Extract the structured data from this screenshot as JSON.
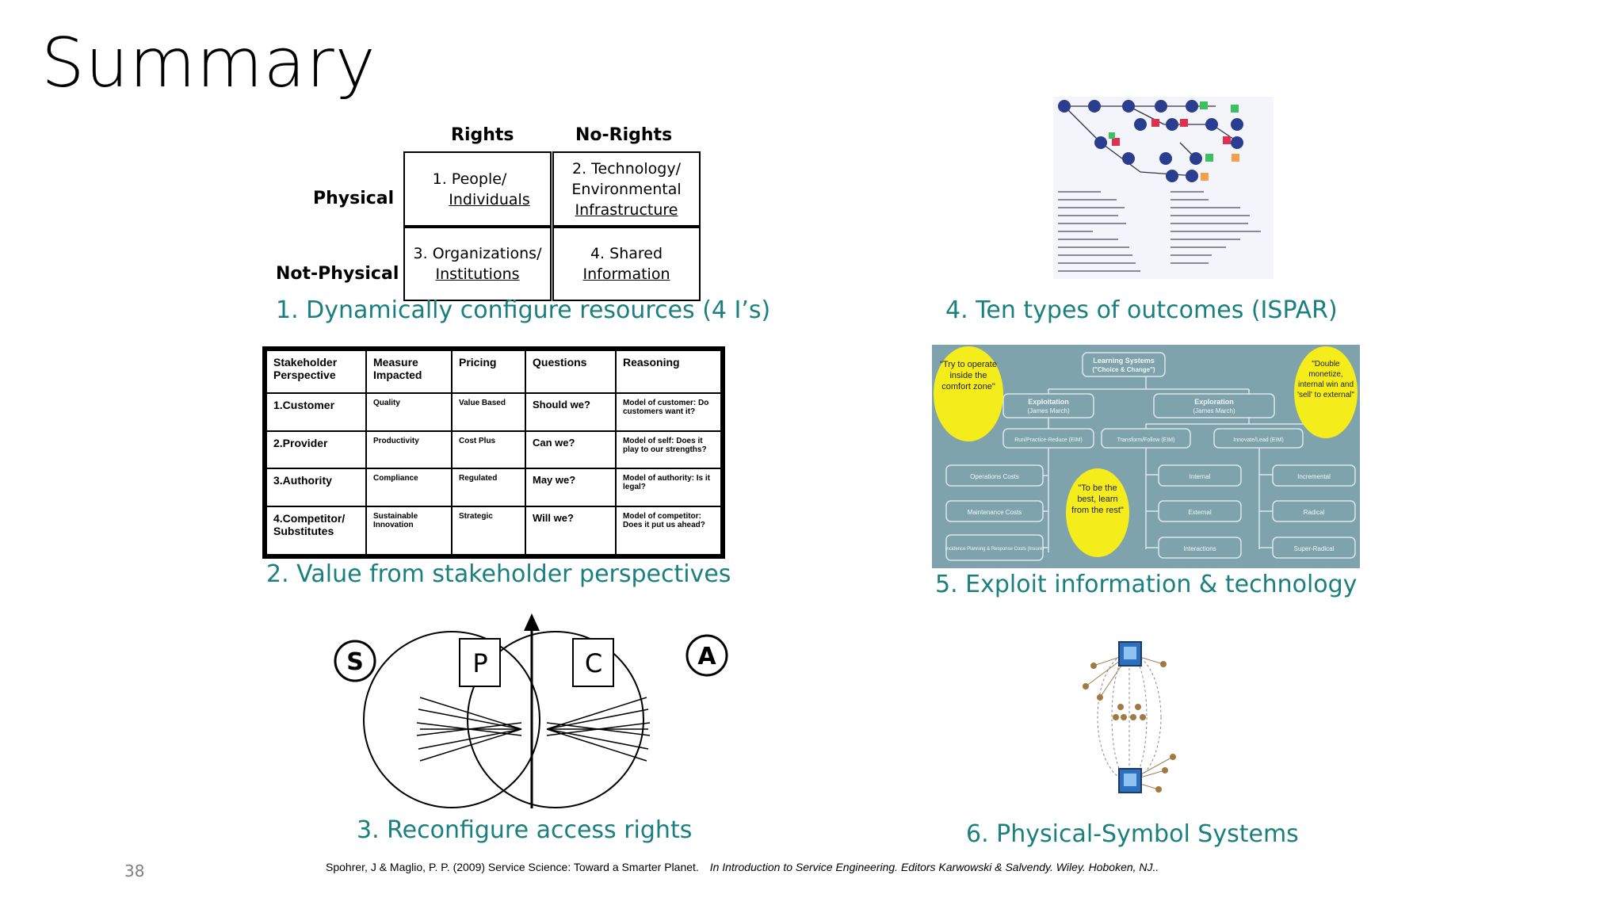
{
  "slide": {
    "title": "Summary",
    "page_number": "38",
    "citation": "Spohrer, J & Maglio, P. P. (2009) Service Science: Toward a Smarter Planet.",
    "citation_italic": "In Introduction to Service Engineering. Editors Karwowski & Salvendy. Wiley. Hoboken, NJ.."
  },
  "captions": {
    "c1": "1. Dynamically configure resources (4 I’s)",
    "c2": "2. Value from stakeholder perspectives",
    "c3": "3. Reconfigure access rights",
    "c4": "4. Ten types of outcomes (ISPAR)",
    "c5": "5. Exploit information & technology",
    "c6": "6. Physical-Symbol Systems"
  },
  "rights_grid": {
    "col_headers": [
      "Rights",
      "No-Rights"
    ],
    "row_headers": [
      "Physical",
      "Not-Physical"
    ],
    "cells": [
      {
        "line1": "1. People/",
        "line2": "Individuals"
      },
      {
        "line1": "2. Technology/",
        "line1b": "Environmental",
        "line2": "Infrastructure"
      },
      {
        "line1": "3. Organizations/",
        "line2": "Institutions"
      },
      {
        "line1": "4. Shared",
        "line2": "Information"
      }
    ]
  },
  "stakeholder_table": {
    "headers": [
      "Stakeholder Perspective",
      "Measure Impacted",
      "Pricing",
      "Questions",
      "Reasoning"
    ],
    "rows": [
      [
        "1.Customer",
        "Quality",
        "Value Based",
        "Should we?",
        "Model of customer: Do customers want it?"
      ],
      [
        "2.Provider",
        "Productivity",
        "Cost Plus",
        "Can we?",
        "Model of self: Does it play to our strengths?"
      ],
      [
        "3.Authority",
        "Compliance",
        "Regulated",
        "May we?",
        "Model of authority: Is it legal?"
      ],
      [
        "4.Competitor/ Substitutes",
        "Sustainable Innovation",
        "Strategic",
        "Will we?",
        "Model of competitor: Does it put us ahead?"
      ]
    ]
  },
  "access_diagram": {
    "left_label": "S",
    "right_label": "A",
    "box_left": "P",
    "box_right": "C"
  },
  "learning_systems": {
    "root": "Learning Systems",
    "root_sub": "(\"Choice & Change\")",
    "left_branch": "Exploitation",
    "left_branch_sub": "(James March)",
    "right_branch": "Exploration",
    "right_branch_sub": "(James March)",
    "mid1": "Run/Practice-Reduce (EIM)",
    "mid2": "Transform/Follow (EIM)",
    "mid3": "Innovate/Lead (EIM)",
    "leaves_left": [
      "Operations Costs",
      "Maintenance Costs",
      "Incidence Planning & Response Costs (Insure)"
    ],
    "leaves_mid": [
      "Internal",
      "External",
      "Interactions"
    ],
    "leaves_right": [
      "Incremental",
      "Radical",
      "Super-Radical"
    ],
    "bubble_left": "\"Try to operate inside the comfort zone\"",
    "bubble_mid": "\"To be the best, learn from the rest\"",
    "bubble_right": "\"Double monetize, internal win and 'sell' to external\""
  },
  "colors": {
    "caption": "#1a7f7f",
    "panel_bg": "#7fa3ad",
    "bubble": "#f5ec1b"
  }
}
